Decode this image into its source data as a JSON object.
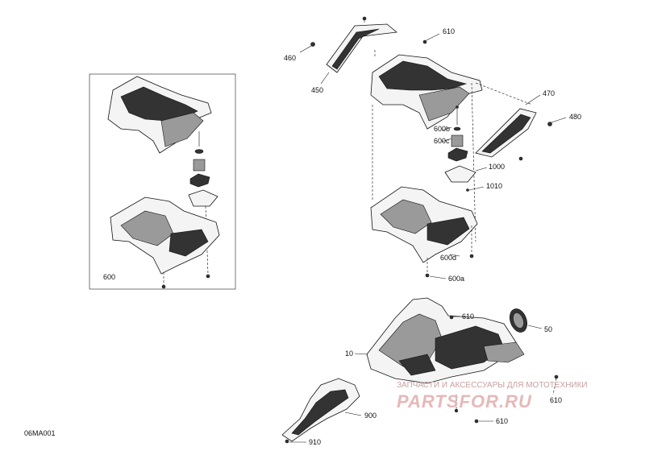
{
  "diagram": {
    "code": "06MA001",
    "labels": {
      "p600": "600",
      "p460": "460",
      "p450": "450",
      "p610_top": "610",
      "p470": "470",
      "p480": "480",
      "p600b": "600b",
      "p600c": "600c",
      "p1000": "1000",
      "p1010": "1010",
      "p600d": "600d",
      "p600a": "600a",
      "p610_mid": "610",
      "p50": "50",
      "p10": "10",
      "p610_right": "610",
      "p900": "900",
      "p610_bottom": "610",
      "p910": "910"
    }
  },
  "watermark": {
    "tagline": "ЗАПЧАСТИ И АКСЕССУАРЫ ДЛЯ МОТОТЕХНИКИ",
    "logo": "PARTSFOR.RU"
  }
}
